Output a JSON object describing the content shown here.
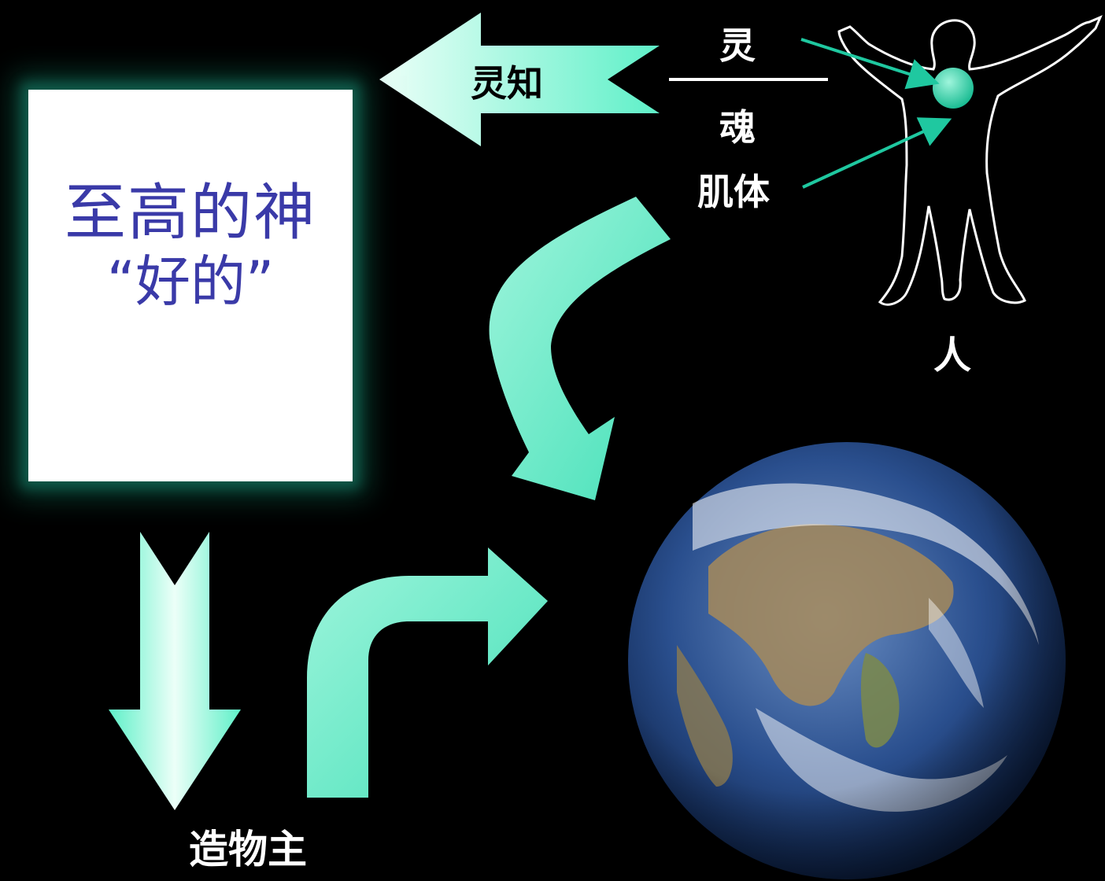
{
  "god_box": {
    "title": "至高的神",
    "subtitle": "“好的”"
  },
  "labels": {
    "spiritual_knowledge": "灵知",
    "spirit": "灵",
    "soul": "魂",
    "body": "肌体",
    "man": "人",
    "creator": "造物主"
  },
  "colors": {
    "background": "#000000",
    "arrow_fill": "#5ef0c8",
    "arrow_light": "#ecfff8",
    "pointer_line": "#1fc8a0",
    "god_text": "#3a3aa8",
    "glow": "#0f5a4a"
  },
  "icons": [
    "human-outline-icon",
    "spirit-orb-icon",
    "earth-globe-icon"
  ]
}
